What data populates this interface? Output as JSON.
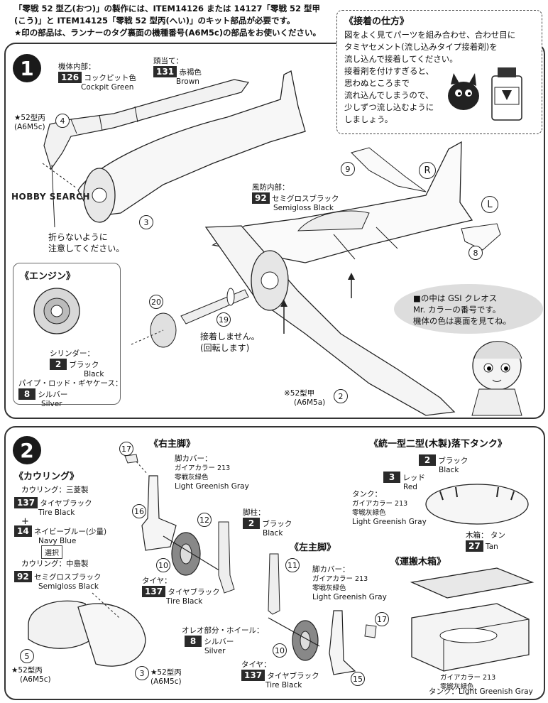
{
  "header": {
    "line1": "「零戦 52 型乙(おつ)」の製作には、ITEM14126 または 14127「零戦 52 型甲",
    "line2": "(こう)」と ITEM14125「零戦 52 型丙(へい)」のキット部品が必要です。",
    "line3": "★印の部品は、ランナーのタグ裏面の機種番号(A6M5c)の部品をお使いください。"
  },
  "tips": {
    "title": "《接着の仕方》",
    "lines": [
      "図をよく見てパーツを組み合わせ、合わせ目に",
      "タミヤセメント(流し込みタイプ接着剤)を",
      "流し込んで接着してください。",
      "接着剤を付けすぎると、",
      "思わぬところまで",
      "流れ込んでしまうので、",
      "少しずつ流し込むように",
      "しましょう。"
    ]
  },
  "logo": "HOBBY SEARCH",
  "step1": {
    "number": "1",
    "fuselage_interior": {
      "jp": "機体内部：",
      "code": "126",
      "color_jp": "コックピット色",
      "color_en": "Cockpit Green"
    },
    "headrest": {
      "jp": "頭当て：",
      "code": "131",
      "color_jp": "赤褐色",
      "color_en": "Brown"
    },
    "firewall": {
      "jp": "風防内部：",
      "code": "92",
      "color_jp": "セミグロスブラック",
      "color_en": "Semigloss Black"
    },
    "part4_note": "★52型丙",
    "part4_model": "(A6M5c)",
    "part4": "4",
    "part3": "3",
    "part9": "9",
    "part8": "8",
    "part20": "20",
    "part19": "19",
    "part2": "2",
    "mark_r": "R",
    "mark_l": "L",
    "warn_line1": "折らないように",
    "warn_line2": "注意してください。",
    "no_glue_line1": "接着しません。",
    "no_glue_line2": "(回転します)",
    "part2_note": "※52型甲",
    "part2_model": "(A6M5a)",
    "oval_line1": "■の中は GSI クレオス",
    "oval_line2": "Mr. カラーの番号です。",
    "oval_line3": "機体の色は裏面を見てね。",
    "engine": {
      "title": "《エンジン》",
      "cyl_jp": "シリンダー：",
      "cyl_code": "2",
      "cyl_color_jp": "ブラック",
      "cyl_color_en": "Black",
      "pipe_jp": "パイプ・ロッド・ギヤケース：",
      "pipe_code": "8",
      "pipe_color_jp": "シルバー",
      "pipe_color_en": "Silver"
    }
  },
  "step2": {
    "number": "2",
    "cowling": {
      "title": "《カウリング》",
      "mitsu_jp": "カウリング：三菱製",
      "c1_code": "137",
      "c1_jp": "タイヤブラック",
      "c1_en": "Tire Black",
      "plus": "+",
      "c2_code": "14",
      "c2_jp": "ネイビーブルー(少量)",
      "c2_en": "Navy Blue",
      "choose": "選択",
      "naka_jp": "カウリング：中島製",
      "c3_code": "92",
      "c3_jp": "セミグロスブラック",
      "c3_en": "Semigloss Black",
      "part5": "5",
      "part5_note": "★52型丙",
      "part5_model": "(A6M5c)",
      "part3": "3",
      "part3_note": "★52型丙",
      "part3_model": "(A6M5c)"
    },
    "right_gear": {
      "title": "《右主脚》",
      "cover_jp": "脚カバー：",
      "cover_gaia": "ガイアカラー 213",
      "cover_color_jp": "零戦灰緑色",
      "cover_color_en": "Light Greenish Gray",
      "part17": "17",
      "part16": "16",
      "part12": "12",
      "part10": "10",
      "tire_jp": "タイヤ：",
      "tire_code": "137",
      "tire_color_jp": "タイヤブラック",
      "tire_color_en": "Tire Black",
      "strut_jp": "脚柱：",
      "strut_code": "2",
      "strut_color_jp": "ブラック",
      "strut_color_en": "Black",
      "oleo_jp": "オレオ部分・ホイール：",
      "oleo_code": "8",
      "oleo_color_jp": "シルバー",
      "oleo_color_en": "Silver"
    },
    "left_gear": {
      "title": "《左主脚》",
      "part11": "11",
      "cover_jp": "脚カバー：",
      "cover_gaia": "ガイアカラー 213",
      "cover_color_jp": "零戦灰緑色",
      "cover_color_en": "Light Greenish Gray",
      "part17": "17",
      "part10": "10",
      "part15": "15",
      "tire_jp": "タイヤ：",
      "tire_code": "137",
      "tire_color_jp": "タイヤブラック",
      "tire_color_en": "Tire Black"
    },
    "drop_tank": {
      "title": "《統一型二型(木製)落下タンク》",
      "c1_code": "2",
      "c1_jp": "ブラック",
      "c1_en": "Black",
      "c2_code": "3",
      "c2_jp": "レッド",
      "c2_en": "Red",
      "tank_jp": "タンク：",
      "tank_gaia": "ガイアカラー 213",
      "tank_color_jp": "零戦灰緑色",
      "tank_color_en": "Light Greenish Gray"
    },
    "crate": {
      "title": "《運搬木箱》",
      "box_jp": "木箱：",
      "box_code": "27",
      "box_color_jp": "タン",
      "box_color_en": "Tan",
      "tank_gaia": "ガイアカラー 213",
      "tank_color_jp": "零戦灰緑色",
      "tank_label": "タンク：Light Greenish Gray"
    }
  }
}
